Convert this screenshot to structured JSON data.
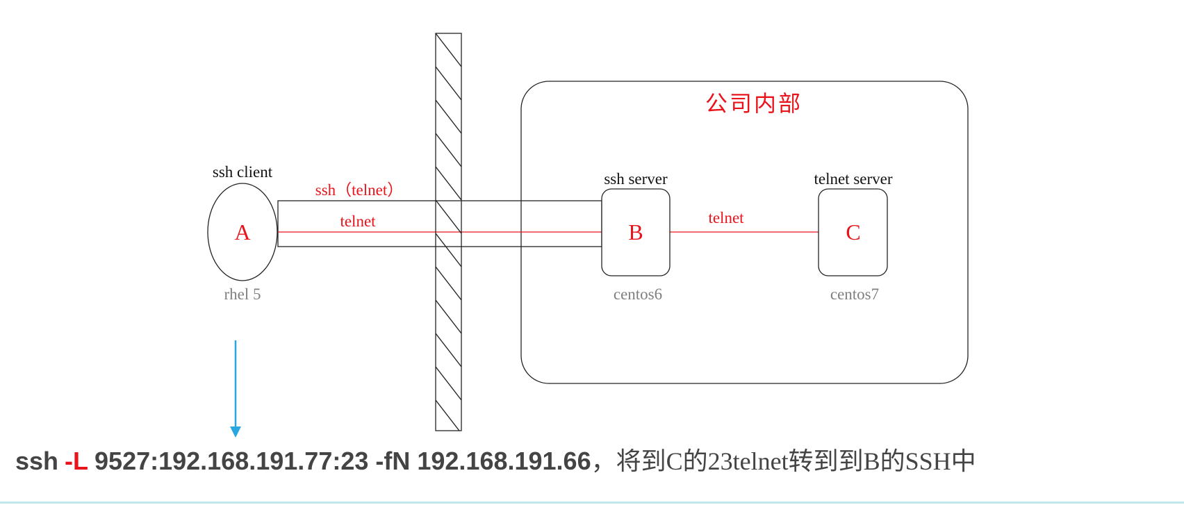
{
  "diagram": {
    "internal_area": {
      "title": "公司内部"
    },
    "node_a": {
      "top_label": "ssh client",
      "letter": "A",
      "bottom_label": "rhel 5"
    },
    "node_b": {
      "top_label": "ssh server",
      "letter": "B",
      "bottom_label": "centos6"
    },
    "node_c": {
      "top_label": "telnet server",
      "letter": "C",
      "bottom_label": "centos7"
    },
    "tunnel_label": "ssh（telnet）",
    "link_a_b_label": "telnet",
    "link_b_c_label": "telnet",
    "colors": {
      "accent_red": "#e8141b",
      "arrow_blue": "#29a8e0",
      "line_black": "#222222",
      "label_gray": "#7f7f7f"
    }
  },
  "command": {
    "part_ssh": "ssh",
    "part_flag": "-L",
    "part_forward": "9527:192.168.191.77:23 -fN 192.168.191.66",
    "description": "，将到C的23telnet转到到B的SSH中"
  }
}
